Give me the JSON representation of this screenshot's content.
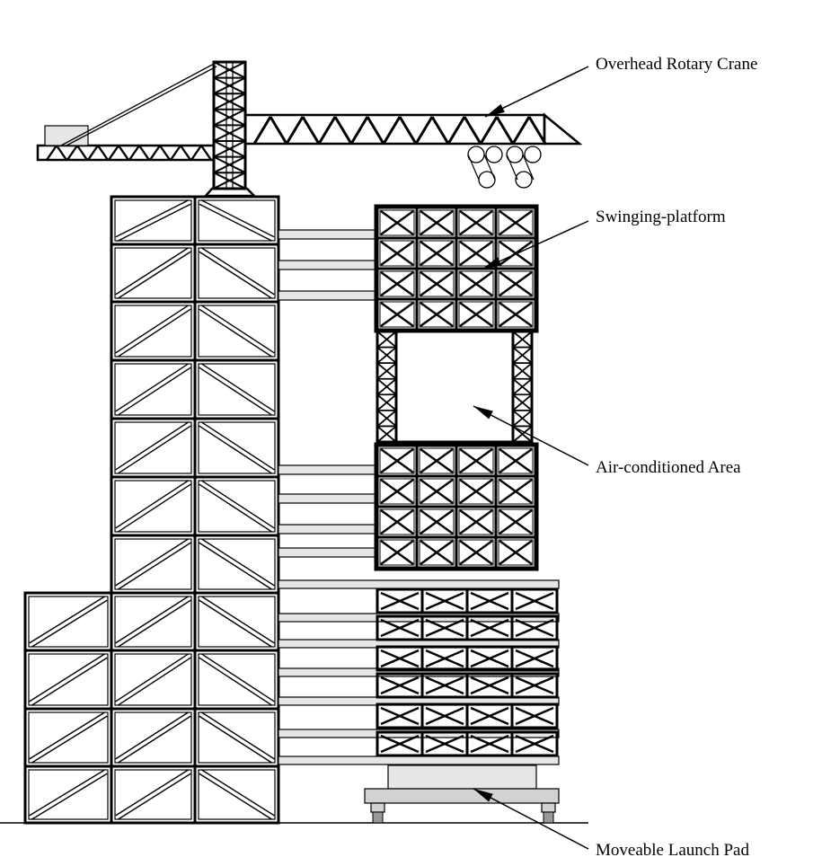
{
  "labels": {
    "crane": "Overhead Rotary Crane",
    "swinging_platform": "Swinging-platform",
    "air_conditioned": "Air-conditioned Area",
    "launch_pad": "Moveable Launch Pad"
  },
  "colors": {
    "stroke": "#000000",
    "background": "#ffffff",
    "fill_light": "#e6e6e6",
    "fill_mid": "#d2d2d2"
  }
}
